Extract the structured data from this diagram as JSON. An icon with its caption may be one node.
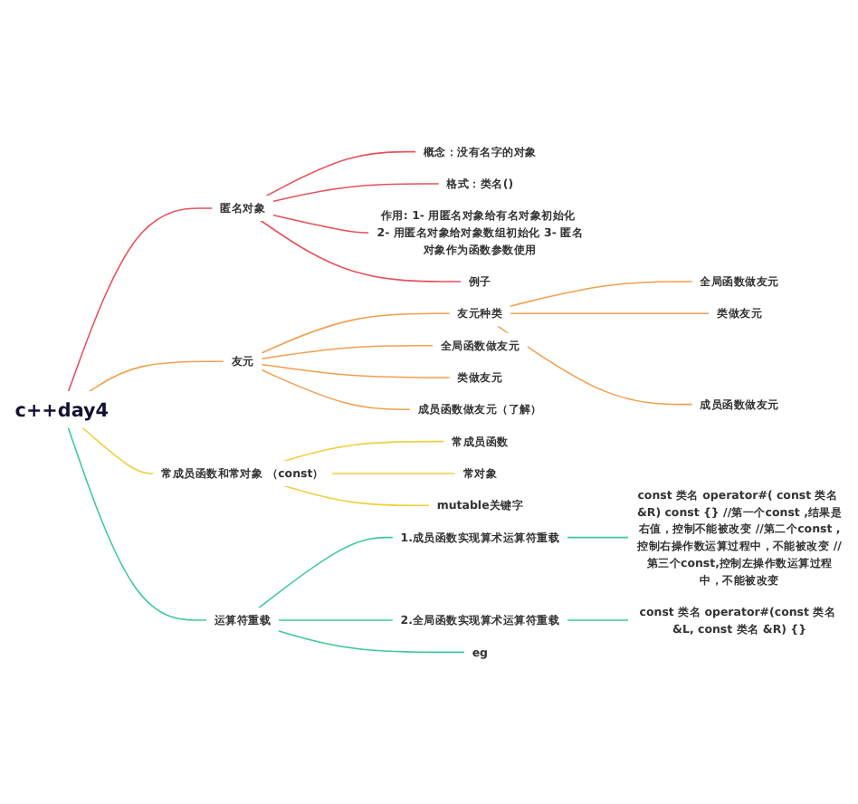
{
  "diagram": {
    "nodes": [
      {
        "text": [
          "c++day4"
        ]
      },
      {
        "text": [
          "匿名对象"
        ]
      },
      {
        "text": [
          "概念：没有名字的对象"
        ]
      },
      {
        "text": [
          "格式：类名()"
        ]
      },
      {
        "text": [
          "作用: 1- 用匿名对象给有名对象初始化 2- 用匿名对象给对象数组初始化 3- 匿名对象作为函数参数使用"
        ]
      },
      {
        "text": [
          "例子"
        ]
      },
      {
        "text": [
          "友元"
        ]
      },
      {
        "text": [
          "友元种类"
        ]
      },
      {
        "text": [
          "全局函数做友元"
        ]
      },
      {
        "text": [
          "类做友元"
        ]
      },
      {
        "text": [
          "成员函数做友元"
        ]
      },
      {
        "text": [
          "全局函数做友元"
        ]
      },
      {
        "text": [
          "类做友元"
        ]
      },
      {
        "text": [
          "成员函数做友元（了解）"
        ]
      },
      {
        "text": [
          "常成员函数和常对象 （const）"
        ]
      },
      {
        "text": [
          "常成员函数"
        ]
      },
      {
        "text": [
          "常对象"
        ]
      },
      {
        "text": [
          "mutable关键字"
        ]
      },
      {
        "text": [
          "运算符重载"
        ]
      },
      {
        "text": [
          "1.成员函数实现算术运算符重载"
        ]
      },
      {
        "text": [
          "const 类名 operator#( const 类名 &R) const {} //第一个const ,结果是右值，控制不能被改变 //第二个const ,控制右操作数运算过程中，不能被改变 //第三个const,控制左操作数运算过程中，不能被改变"
        ]
      },
      {
        "text": [
          "2.全局函数实现算术运算符重载"
        ]
      },
      {
        "text": [
          "const 类名 operator#(const 类名 &L, const 类名 &R) {}"
        ]
      },
      {
        "text": [
          "eg"
        ]
      }
    ],
    "edges": [
      {
        "from": 0,
        "to": 1,
        "arrow": "none",
        "color": "#e8505b"
      },
      {
        "from": 1,
        "to": 2,
        "arrow": "none",
        "color": "#e8505b"
      },
      {
        "from": 1,
        "to": 3,
        "arrow": "none",
        "color": "#e8505b"
      },
      {
        "from": 1,
        "to": 4,
        "arrow": "none",
        "color": "#e8505b"
      },
      {
        "from": 1,
        "to": 5,
        "arrow": "none",
        "color": "#e8505b"
      },
      {
        "from": 0,
        "to": 6,
        "arrow": "none",
        "color": "#f0a050"
      },
      {
        "from": 6,
        "to": 7,
        "arrow": "none",
        "color": "#f0a050"
      },
      {
        "from": 7,
        "to": 8,
        "arrow": "none",
        "color": "#f0a050"
      },
      {
        "from": 7,
        "to": 9,
        "arrow": "none",
        "color": "#f0a050"
      },
      {
        "from": 7,
        "to": 10,
        "arrow": "none",
        "color": "#f0a050"
      },
      {
        "from": 6,
        "to": 11,
        "arrow": "none",
        "color": "#f0a050"
      },
      {
        "from": 6,
        "to": 12,
        "arrow": "none",
        "color": "#f0a050"
      },
      {
        "from": 6,
        "to": 13,
        "arrow": "none",
        "color": "#f0a050"
      },
      {
        "from": 0,
        "to": 14,
        "arrow": "none",
        "color": "#f0d040"
      },
      {
        "from": 14,
        "to": 15,
        "arrow": "none",
        "color": "#f0d040"
      },
      {
        "from": 14,
        "to": 16,
        "arrow": "none",
        "color": "#f0d040"
      },
      {
        "from": 14,
        "to": 17,
        "arrow": "none",
        "color": "#f0d040"
      },
      {
        "from": 0,
        "to": 18,
        "arrow": "none",
        "color": "#3cc8a0"
      },
      {
        "from": 18,
        "to": 19,
        "arrow": "none",
        "color": "#3cc8a0"
      },
      {
        "from": 19,
        "to": 20,
        "arrow": "none",
        "color": "#3cc8a0"
      },
      {
        "from": 18,
        "to": 21,
        "arrow": "none",
        "color": "#3cc8a0"
      },
      {
        "from": 21,
        "to": 22,
        "arrow": "none",
        "color": "#3cc8a0"
      },
      {
        "from": 18,
        "to": 23,
        "arrow": "none",
        "color": "#3cc8a0"
      }
    ]
  }
}
